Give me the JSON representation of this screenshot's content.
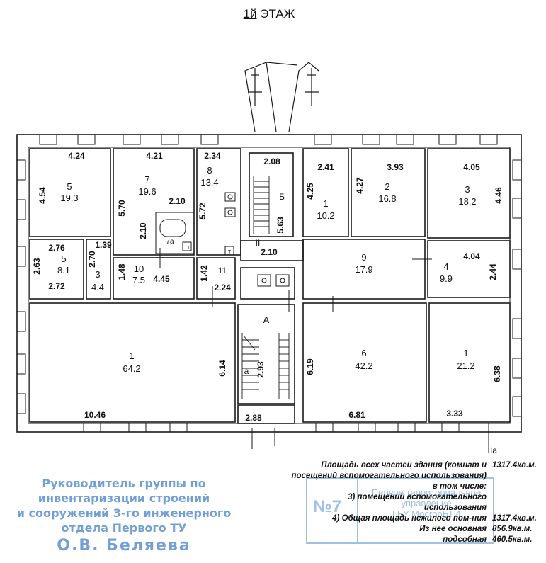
{
  "header": {
    "prefix": "1й",
    "suffix": " ЭТАЖ"
  },
  "rooms": [
    {
      "id": "r5a",
      "number": "5",
      "area": "19.3"
    },
    {
      "id": "r7",
      "number": "7",
      "area": "19.6"
    },
    {
      "id": "r8",
      "number": "8",
      "area": "13.4"
    },
    {
      "id": "r1b",
      "number": "1",
      "area": "10.2"
    },
    {
      "id": "r2",
      "number": "2",
      "area": "16.8"
    },
    {
      "id": "r3",
      "number": "3",
      "area": "18.2"
    },
    {
      "id": "r5b",
      "number": "5",
      "area": "8.1"
    },
    {
      "id": "r3b",
      "number": "3",
      "area": "4.4"
    },
    {
      "id": "r10",
      "number": "10",
      "area": "7.5"
    },
    {
      "id": "r9",
      "number": "9",
      "area": "17.9"
    },
    {
      "id": "r4",
      "number": "4",
      "area": "9.9"
    },
    {
      "id": "r1big",
      "number": "1",
      "area": "64.2"
    },
    {
      "id": "r6",
      "number": "6",
      "area": "42.2"
    },
    {
      "id": "r1c",
      "number": "1",
      "area": "21.2"
    }
  ],
  "marks": {
    "b_stair": "Б",
    "a_stair": "А",
    "a_small": "а",
    "ii": "II",
    "eleven": "11",
    "seven_a": "7а",
    "one_a": "Iа",
    "t1": "т",
    "t2": "т"
  },
  "dimensions": {
    "d424": "4.24",
    "d421": "4.21",
    "d234": "2.34",
    "d208": "2.08",
    "d241": "2.41",
    "d393": "3.93",
    "d405": "4.05",
    "d454": "4.54",
    "d570": "5.70",
    "d210a": "2.10",
    "d210b": "2.10",
    "d572": "5.72",
    "d563": "5.63",
    "d425": "4.25",
    "d427": "4.27",
    "d446": "4.46",
    "d276": "2.76",
    "d263": "2.63",
    "d272": "2.72",
    "d270": "2.70",
    "d139": "1.39",
    "d148": "1.48",
    "d445": "4.45",
    "d142": "1.42",
    "d224": "2.24",
    "d210c": "2.10",
    "d404": "4.04",
    "d244": "2.44",
    "d614": "6.14",
    "d293": "2.93",
    "d619": "6.19",
    "d638": "6.38",
    "d1046": "10.46",
    "d288": "2.88",
    "d681": "6.81",
    "d333": "3.33"
  },
  "legend": [
    {
      "text": "Площадь всех частей здания (комнат и",
      "value": "1317.4кв.м."
    },
    {
      "text": "посещений вспомогательного использования)",
      "value": ""
    },
    {
      "text": "в том числе:",
      "value": ""
    },
    {
      "text": "3) помещений вспомогательного",
      "value": ""
    },
    {
      "text": "использования",
      "value": ""
    },
    {
      "text": "4) Общая площадь нежилого пом-ния",
      "value": "1317.4кв.м."
    },
    {
      "text": "Из нее основная",
      "value": "856.9кв.м."
    },
    {
      "text": "подсобная",
      "value": "460.5кв.м."
    }
  ],
  "stamp_left": {
    "line1": "Руководитель группы по",
    "line2": "инвентаризации строений",
    "line3": "и сооружений 3-го инженерного",
    "line4": "отдела Первого ТУ",
    "name": "О.В. Беляева"
  },
  "stamp_right": {
    "number": "№7",
    "line1": "Первое территориальное",
    "line2": "управление",
    "line3": "ГБУ МосгорБТИ"
  },
  "colors": {
    "line": "#1a1a1a",
    "stamp": "#5a8fd0"
  }
}
